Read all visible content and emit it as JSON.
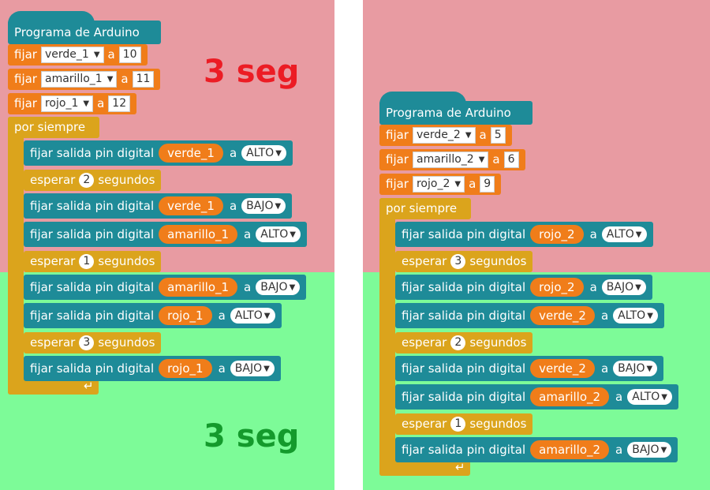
{
  "left": {
    "overlay_top": "3 seg",
    "overlay_bottom": "3 seg",
    "hat": "Programa de Arduino",
    "sets": [
      {
        "label": "fijar",
        "var": "verde_1",
        "a": "a",
        "value": "10"
      },
      {
        "label": "fijar",
        "var": "amarillo_1",
        "a": "a",
        "value": "11"
      },
      {
        "label": "fijar",
        "var": "rojo_1",
        "a": "a",
        "value": "12"
      }
    ],
    "forever": "por siempre",
    "body": [
      {
        "type": "pin",
        "text": "fijar salida pin digital",
        "pin": "verde_1",
        "a": "a",
        "state": "ALTO"
      },
      {
        "type": "wait",
        "pre": "esperar",
        "n": "2",
        "post": "segundos"
      },
      {
        "type": "pin",
        "text": "fijar salida pin digital",
        "pin": "verde_1",
        "a": "a",
        "state": "BAJO"
      },
      {
        "type": "pin",
        "text": "fijar salida pin digital",
        "pin": "amarillo_1",
        "a": "a",
        "state": "ALTO"
      },
      {
        "type": "wait",
        "pre": "esperar",
        "n": "1",
        "post": "segundos"
      },
      {
        "type": "pin",
        "text": "fijar salida pin digital",
        "pin": "amarillo_1",
        "a": "a",
        "state": "BAJO"
      },
      {
        "type": "pin",
        "text": "fijar salida pin digital",
        "pin": "rojo_1",
        "a": "a",
        "state": "ALTO"
      },
      {
        "type": "wait",
        "pre": "esperar",
        "n": "3",
        "post": "segundos"
      },
      {
        "type": "pin",
        "text": "fijar salida pin digital",
        "pin": "rojo_1",
        "a": "a",
        "state": "BAJO"
      }
    ],
    "loop_arrow": "↵"
  },
  "right": {
    "hat": "Programa de Arduino",
    "sets": [
      {
        "label": "fijar",
        "var": "verde_2",
        "a": "a",
        "value": "5"
      },
      {
        "label": "fijar",
        "var": "amarillo_2",
        "a": "a",
        "value": "6"
      },
      {
        "label": "fijar",
        "var": "rojo_2",
        "a": "a",
        "value": "9"
      }
    ],
    "forever": "por siempre",
    "body": [
      {
        "type": "pin",
        "text": "fijar salida pin digital",
        "pin": "rojo_2",
        "a": "a",
        "state": "ALTO"
      },
      {
        "type": "wait",
        "pre": "esperar",
        "n": "3",
        "post": "segundos"
      },
      {
        "type": "pin",
        "text": "fijar salida pin digital",
        "pin": "rojo_2",
        "a": "a",
        "state": "BAJO"
      },
      {
        "type": "pin",
        "text": "fijar salida pin digital",
        "pin": "verde_2",
        "a": "a",
        "state": "ALTO"
      },
      {
        "type": "wait",
        "pre": "esperar",
        "n": "2",
        "post": "segundos"
      },
      {
        "type": "pin",
        "text": "fijar salida pin digital",
        "pin": "verde_2",
        "a": "a",
        "state": "BAJO"
      },
      {
        "type": "pin",
        "text": "fijar salida pin digital",
        "pin": "amarillo_2",
        "a": "a",
        "state": "ALTO"
      },
      {
        "type": "wait",
        "pre": "esperar",
        "n": "1",
        "post": "segundos"
      },
      {
        "type": "pin",
        "text": "fijar salida pin digital",
        "pin": "amarillo_2",
        "a": "a",
        "state": "BAJO"
      }
    ],
    "loop_arrow": "↵"
  },
  "colors": {
    "bg_top": "#e89ba2",
    "bg_bottom": "#7dfb98",
    "hat": "#1e8b98",
    "set_block": "#f07d1a",
    "pin_block": "#1e8b98",
    "wait_block": "#dba41c",
    "overlay_red": "#ec1c24",
    "overlay_green": "#149a2c"
  }
}
